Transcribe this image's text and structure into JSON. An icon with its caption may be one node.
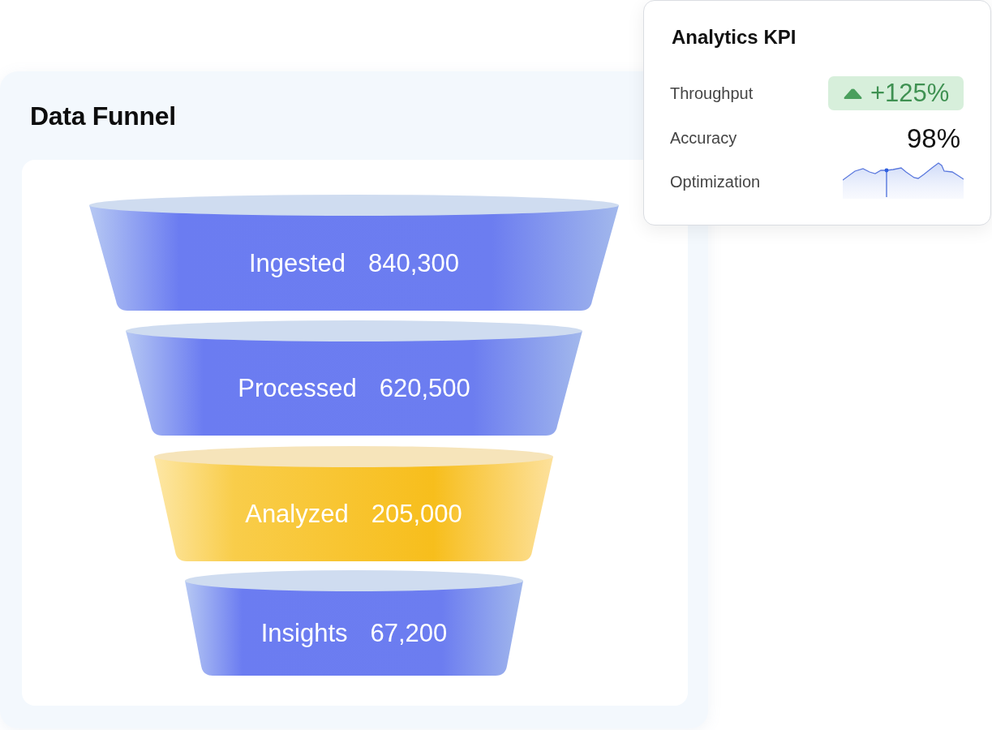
{
  "diagram": {
    "nodes": [
      {
        "text": [
          "Data Funnel"
        ]
      },
      {
        "text": [
          "Ingested",
          "840,300"
        ],
        "in": 0
      },
      {
        "text": [
          "Processed",
          "620,500"
        ],
        "in": 0
      },
      {
        "text": [
          "Analyzed",
          "205,000"
        ],
        "in": 0
      },
      {
        "text": [
          "Insights",
          "67,200"
        ],
        "in": 0
      },
      {
        "text": [
          "Analytics KPI",
          "Throughput",
          "Accuracy",
          "98%",
          "Optimization"
        ]
      },
      {
        "text": [
          "+125%"
        ],
        "in": 5
      }
    ]
  }
}
